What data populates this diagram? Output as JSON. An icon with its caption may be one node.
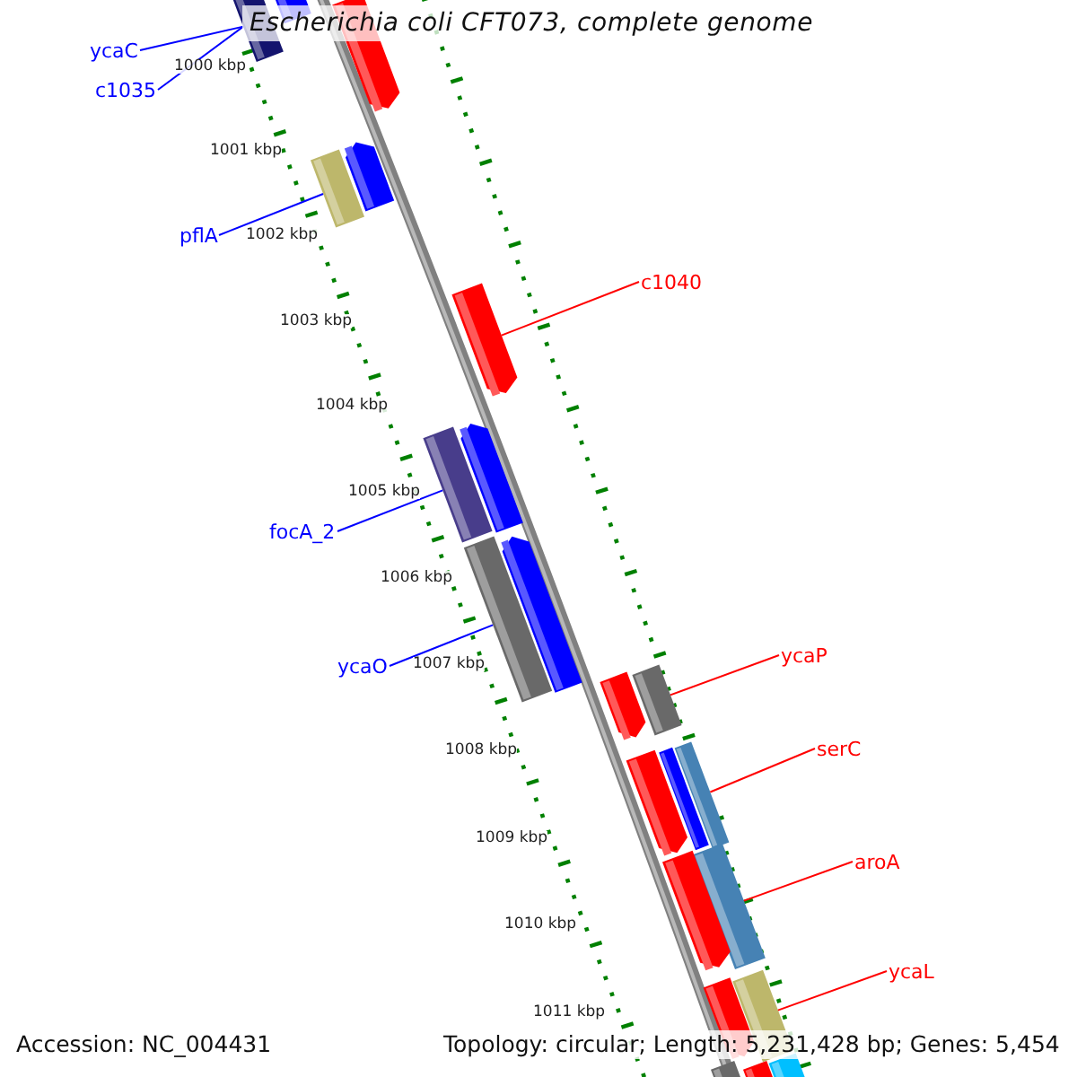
{
  "diagram": {
    "title": "Escherichia coli CFT073, complete genome",
    "nodes": [
      {
        "text": [
          "ycaC"
        ]
      },
      {
        "text": [],
        "shape": "bar"
      },
      {
        "text": [
          "c1035"
        ]
      },
      {
        "text": [
          "pflA"
        ]
      },
      {
        "text": [],
        "shape": "bar"
      },
      {
        "text": [
          "c1040"
        ]
      },
      {
        "text": [],
        "shape": "bar"
      },
      {
        "text": [
          "focA_2"
        ]
      },
      {
        "text": [],
        "shape": "bar"
      },
      {
        "text": [
          "ycaO"
        ]
      },
      {
        "text": [],
        "shape": "bar"
      },
      {
        "text": [
          "ycaP"
        ]
      },
      {
        "text": [],
        "shape": "bar"
      },
      {
        "text": [
          "serC"
        ]
      },
      {
        "text": [],
        "shape": "bar"
      },
      {
        "text": [
          "aroA"
        ]
      },
      {
        "text": [],
        "shape": "bar"
      },
      {
        "text": [
          "ycaL"
        ]
      },
      {
        "text": [],
        "shape": "bar"
      },
      {
        "text": [],
        "shape": "bar"
      },
      {
        "text": [],
        "shape": "bar"
      },
      {
        "text": [],
        "shape": "bar"
      },
      {
        "text": [],
        "shape": "bar"
      },
      {
        "text": [],
        "shape": "bar"
      },
      {
        "text": [],
        "shape": "bar"
      },
      {
        "text": [],
        "shape": "bar"
      },
      {
        "text": [],
        "shape": "bar"
      },
      {
        "text": [],
        "shape": "bar"
      },
      {
        "text": [],
        "shape": "bar"
      },
      {
        "text": [],
        "shape": "bar"
      },
      {
        "text": [],
        "shape": "bar"
      },
      {
        "text": [],
        "shape": "bar"
      }
    ],
    "edges": [
      {
        "from": 0,
        "to": 1,
        "arrow": "none",
        "color": "#0000ff"
      },
      {
        "from": 2,
        "to": 1,
        "arrow": "none",
        "color": "#0000ff"
      },
      {
        "from": 3,
        "to": 4,
        "arrow": "none",
        "color": "#0000ff"
      },
      {
        "from": 5,
        "to": 6,
        "arrow": "none",
        "color": "#ff0000"
      },
      {
        "from": 7,
        "to": 8,
        "arrow": "none",
        "color": "#0000ff"
      },
      {
        "from": 9,
        "to": 10,
        "arrow": "none",
        "color": "#0000ff"
      },
      {
        "from": 11,
        "to": 12,
        "arrow": "none",
        "color": "#ff0000"
      },
      {
        "from": 13,
        "to": 14,
        "arrow": "none",
        "color": "#ff0000"
      },
      {
        "from": 15,
        "to": 16,
        "arrow": "none",
        "color": "#ff0000"
      },
      {
        "from": 17,
        "to": 18,
        "arrow": "none",
        "color": "#ff0000"
      }
    ],
    "labels": [
      "1000 kbp",
      "1001 kbp",
      "1002 kbp",
      "1003 kbp",
      "1004 kbp",
      "1005 kbp",
      "1006 kbp",
      "1007 kbp",
      "1008 kbp",
      "1009 kbp",
      "1010 kbp",
      "1011 kbp",
      "Accession: NC_004431",
      "Topology: circular; Length: 5,231,428 bp; Genes: 5,454"
    ]
  }
}
